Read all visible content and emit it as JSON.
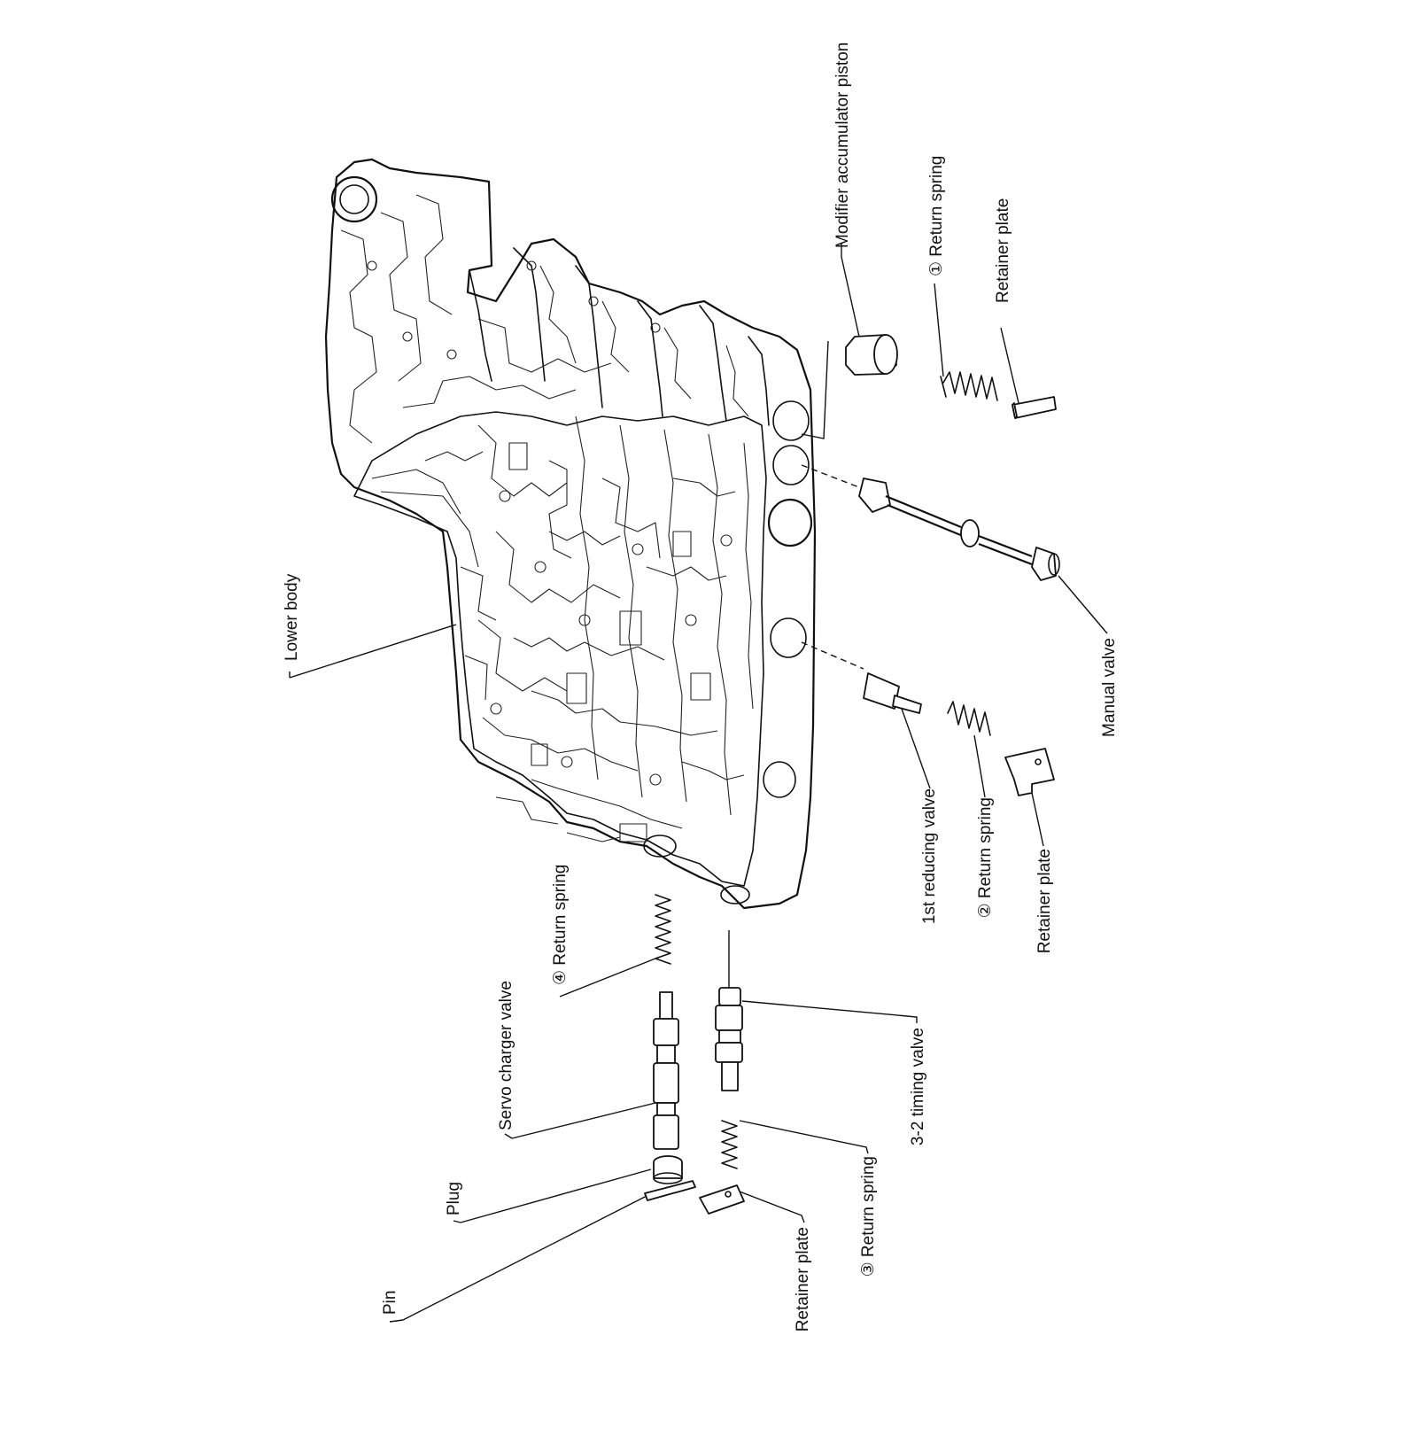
{
  "diagram": {
    "labels": {
      "modifier_accumulator_piston": "Modifier accumulator piston",
      "return_spring_1": "① Return spring",
      "retainer_plate_top": "Retainer plate",
      "lower_body": "Lower body",
      "manual_valve": "Manual valve",
      "first_reducing_valve": "1st reducing valve",
      "return_spring_2": "② Return spring",
      "retainer_plate_right": "Retainer plate",
      "return_spring_4": "④ Return spring",
      "servo_charger_valve": "Servo charger valve",
      "timing_valve_3_2": "3-2 timing valve",
      "return_spring_3": "③ Return spring",
      "plug": "Plug",
      "pin": "Pin",
      "retainer_plate_bottom": "Retainer plate"
    }
  }
}
